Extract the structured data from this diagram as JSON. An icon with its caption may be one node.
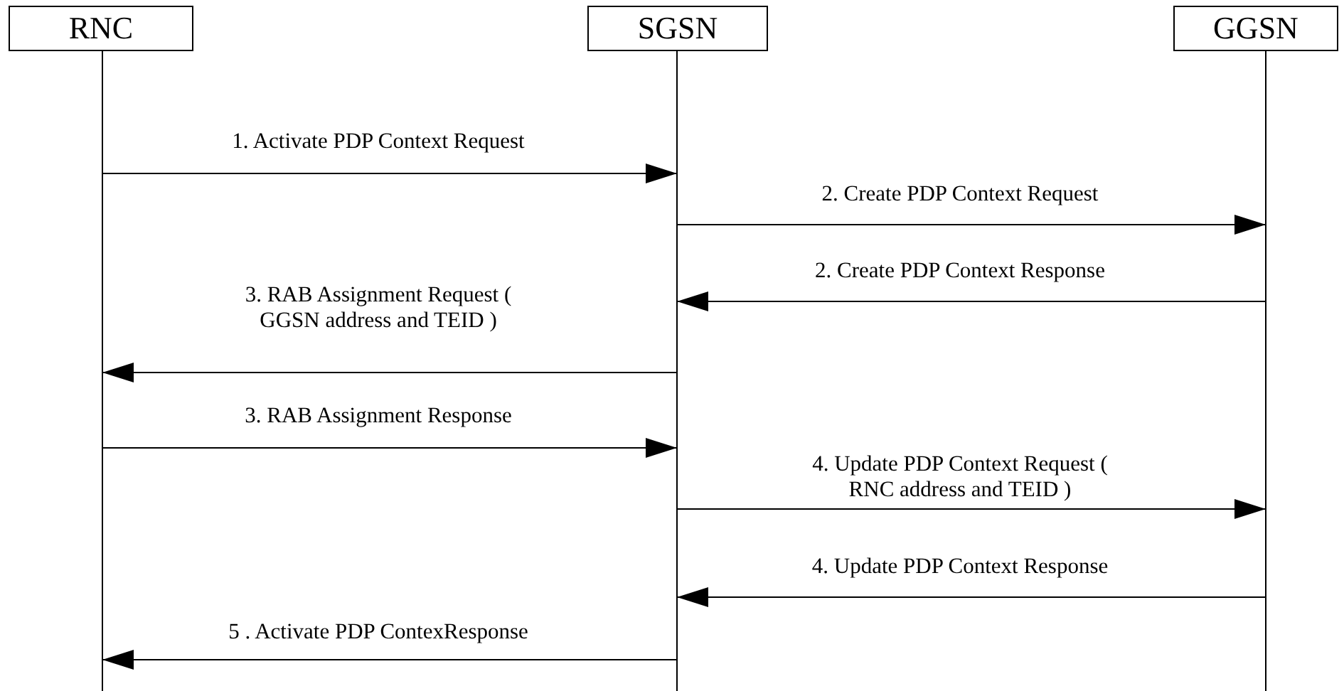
{
  "diagram": {
    "nodes": [
      {
        "text": [
          "RNC"
        ]
      },
      {
        "text": [
          "SGSN"
        ]
      },
      {
        "text": [
          "GGSN"
        ]
      }
    ],
    "edges": [
      {
        "from": 0,
        "to": 1,
        "arrow": "to",
        "label": "1. Activate PDP Context Request"
      },
      {
        "from": 1,
        "to": 2,
        "arrow": "to",
        "label": "2. Create PDP Context Request"
      },
      {
        "from": 2,
        "to": 1,
        "arrow": "to",
        "label": "2. Create PDP Context Response"
      },
      {
        "from": 1,
        "to": 0,
        "arrow": "to",
        "label": "3. RAB Assignment Request ( GGSN address and TEID )"
      },
      {
        "from": 0,
        "to": 1,
        "arrow": "to",
        "label": "3. RAB Assignment Response"
      },
      {
        "from": 1,
        "to": 2,
        "arrow": "to",
        "label": "4. Update PDP Context Request ( RNC address and TEID )"
      },
      {
        "from": 2,
        "to": 1,
        "arrow": "to",
        "label": "4. Update PDP Context Response"
      },
      {
        "from": 1,
        "to": 0,
        "arrow": "to",
        "label": "5 . Activate PDP ContexResponse"
      }
    ]
  }
}
